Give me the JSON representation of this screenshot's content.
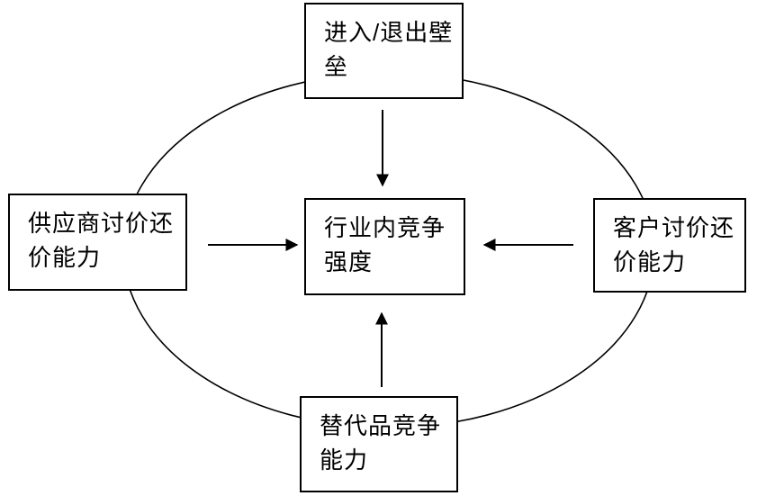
{
  "diagram": {
    "type": "five-forces-model",
    "colors": {
      "stroke": "#000000",
      "box_background": "#ffffff",
      "page_background": "#ffffff"
    },
    "nodes": {
      "entry_exit": {
        "id": "entry-exit-barriers",
        "label": "进入/退出壁垒",
        "lines": [
          "进入/退出壁",
          "垒"
        ]
      },
      "supplier": {
        "id": "supplier-bargaining-power",
        "label": "供应商讨价还价能力",
        "lines": [
          "供应商讨价还",
          "价能力"
        ]
      },
      "rivalry": {
        "id": "industry-rivalry-intensity",
        "label": "行业内竞争强度",
        "lines": [
          "行业内竞争",
          "强度"
        ]
      },
      "customer": {
        "id": "customer-bargaining-power",
        "label": "客户讨价还价能力",
        "lines": [
          "客户讨价还",
          "价能力"
        ]
      },
      "substitute": {
        "id": "substitute-competition-capability",
        "label": "替代品竞争能力",
        "lines": [
          "替代品竞争",
          "能力"
        ]
      }
    },
    "edges": [
      {
        "from": "entry-exit-barriers",
        "to": "industry-rivalry-intensity",
        "direction": "down"
      },
      {
        "from": "supplier-bargaining-power",
        "to": "industry-rivalry-intensity",
        "direction": "right"
      },
      {
        "from": "customer-bargaining-power",
        "to": "industry-rivalry-intensity",
        "direction": "left"
      },
      {
        "from": "substitute-competition-capability",
        "to": "industry-rivalry-intensity",
        "direction": "up"
      }
    ],
    "ellipse": {
      "description": "large ellipse passing behind the four outer boxes"
    }
  }
}
